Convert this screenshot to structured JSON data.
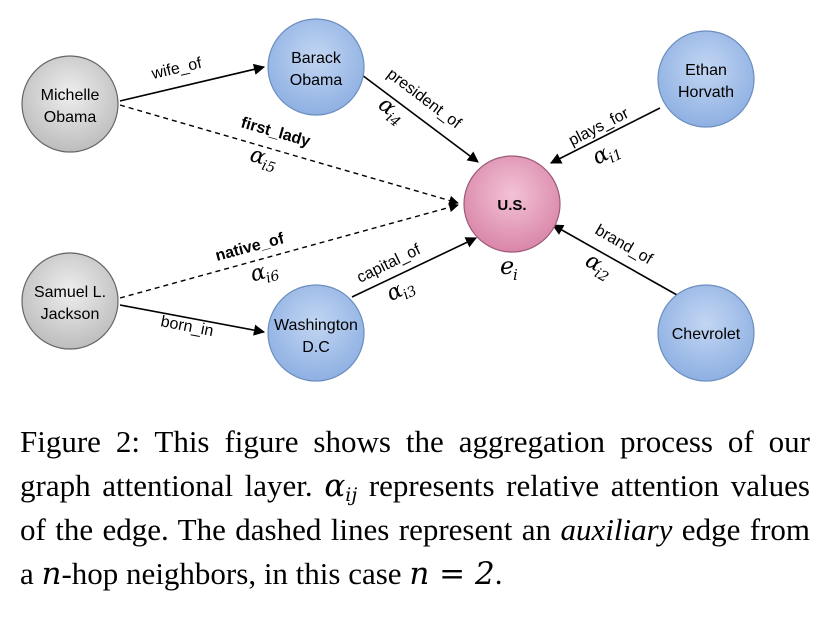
{
  "nodes": {
    "michelle": {
      "line1": "Michelle",
      "line2": "Obama",
      "color": "#d4d4d4"
    },
    "barack": {
      "line1": "Barack",
      "line2": "Obama",
      "color": "#a9c4eb"
    },
    "ethan": {
      "line1": "Ethan",
      "line2": "Horvath",
      "color": "#a9c4eb"
    },
    "us": {
      "label": "U.S.",
      "sublabel_main": "e",
      "sublabel_sub": "i",
      "color": "#e6a7c0"
    },
    "samuel": {
      "line1": "Samuel  L.",
      "line2": "Jackson",
      "color": "#d4d4d4"
    },
    "washington": {
      "line1": "Washington",
      "line2": "D.C",
      "color": "#a9c4eb"
    },
    "chevrolet": {
      "label": "Chevrolet",
      "color": "#a9c4eb"
    }
  },
  "edges": {
    "wife_of": {
      "label": "wife_of"
    },
    "president_of": {
      "label": "president_of",
      "alpha": "α",
      "alpha_sub": "i4"
    },
    "plays_for": {
      "label": "plays_for",
      "alpha": "α",
      "alpha_sub": "i1"
    },
    "first_lady": {
      "label": "first_lady",
      "alpha": "α",
      "alpha_sub": "i5"
    },
    "native_of": {
      "label": "native_of",
      "alpha": "α",
      "alpha_sub": "i6"
    },
    "born_in": {
      "label": "born_in"
    },
    "capital_of": {
      "label": "capital_of",
      "alpha": "α",
      "alpha_sub": "i3"
    },
    "brand_of": {
      "label": "brand_of",
      "alpha": "α",
      "alpha_sub": "i2"
    }
  },
  "caption": {
    "part1": "Figure 2:  This figure shows the aggregation process of our graph attentional layer. ",
    "alpha_main": "α",
    "alpha_sub": "ij",
    "part2": " represents relative attention values of the edge. The dashed lines represent an ",
    "emph": "auxiliary",
    "part3": " edge from a ",
    "n_var": "n",
    "part4": "-hop neighbors, in this case ",
    "eq": "n = 2",
    "part5": "."
  }
}
